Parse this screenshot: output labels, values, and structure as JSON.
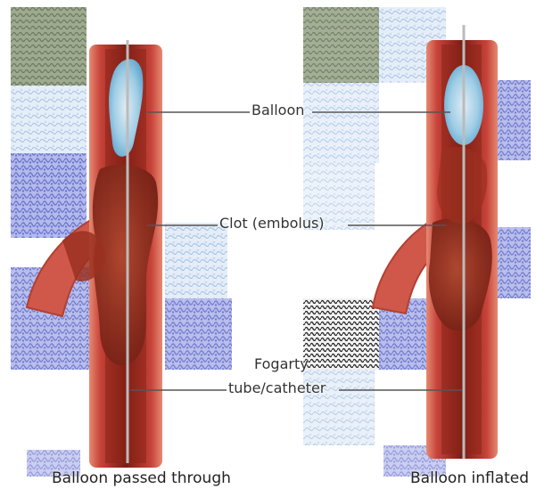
{
  "labels": {
    "balloon": "Balloon",
    "clot": "Clot (embolus)",
    "catheter_line1": "Fogarty",
    "catheter_line2": "tube/catheter"
  },
  "captions": {
    "left": "Balloon passed through",
    "right": "Balloon inflated"
  },
  "colors": {
    "vessel_wall": "#c8433a",
    "vessel_inner": "#7a1c14",
    "clot": "#8c2a1c",
    "balloon": "#7cc4e8",
    "catheter": "#bbbbbb",
    "leader_line": "#555555",
    "tile_blue": "#8a93dc",
    "tile_light": "#cfe0f2"
  }
}
